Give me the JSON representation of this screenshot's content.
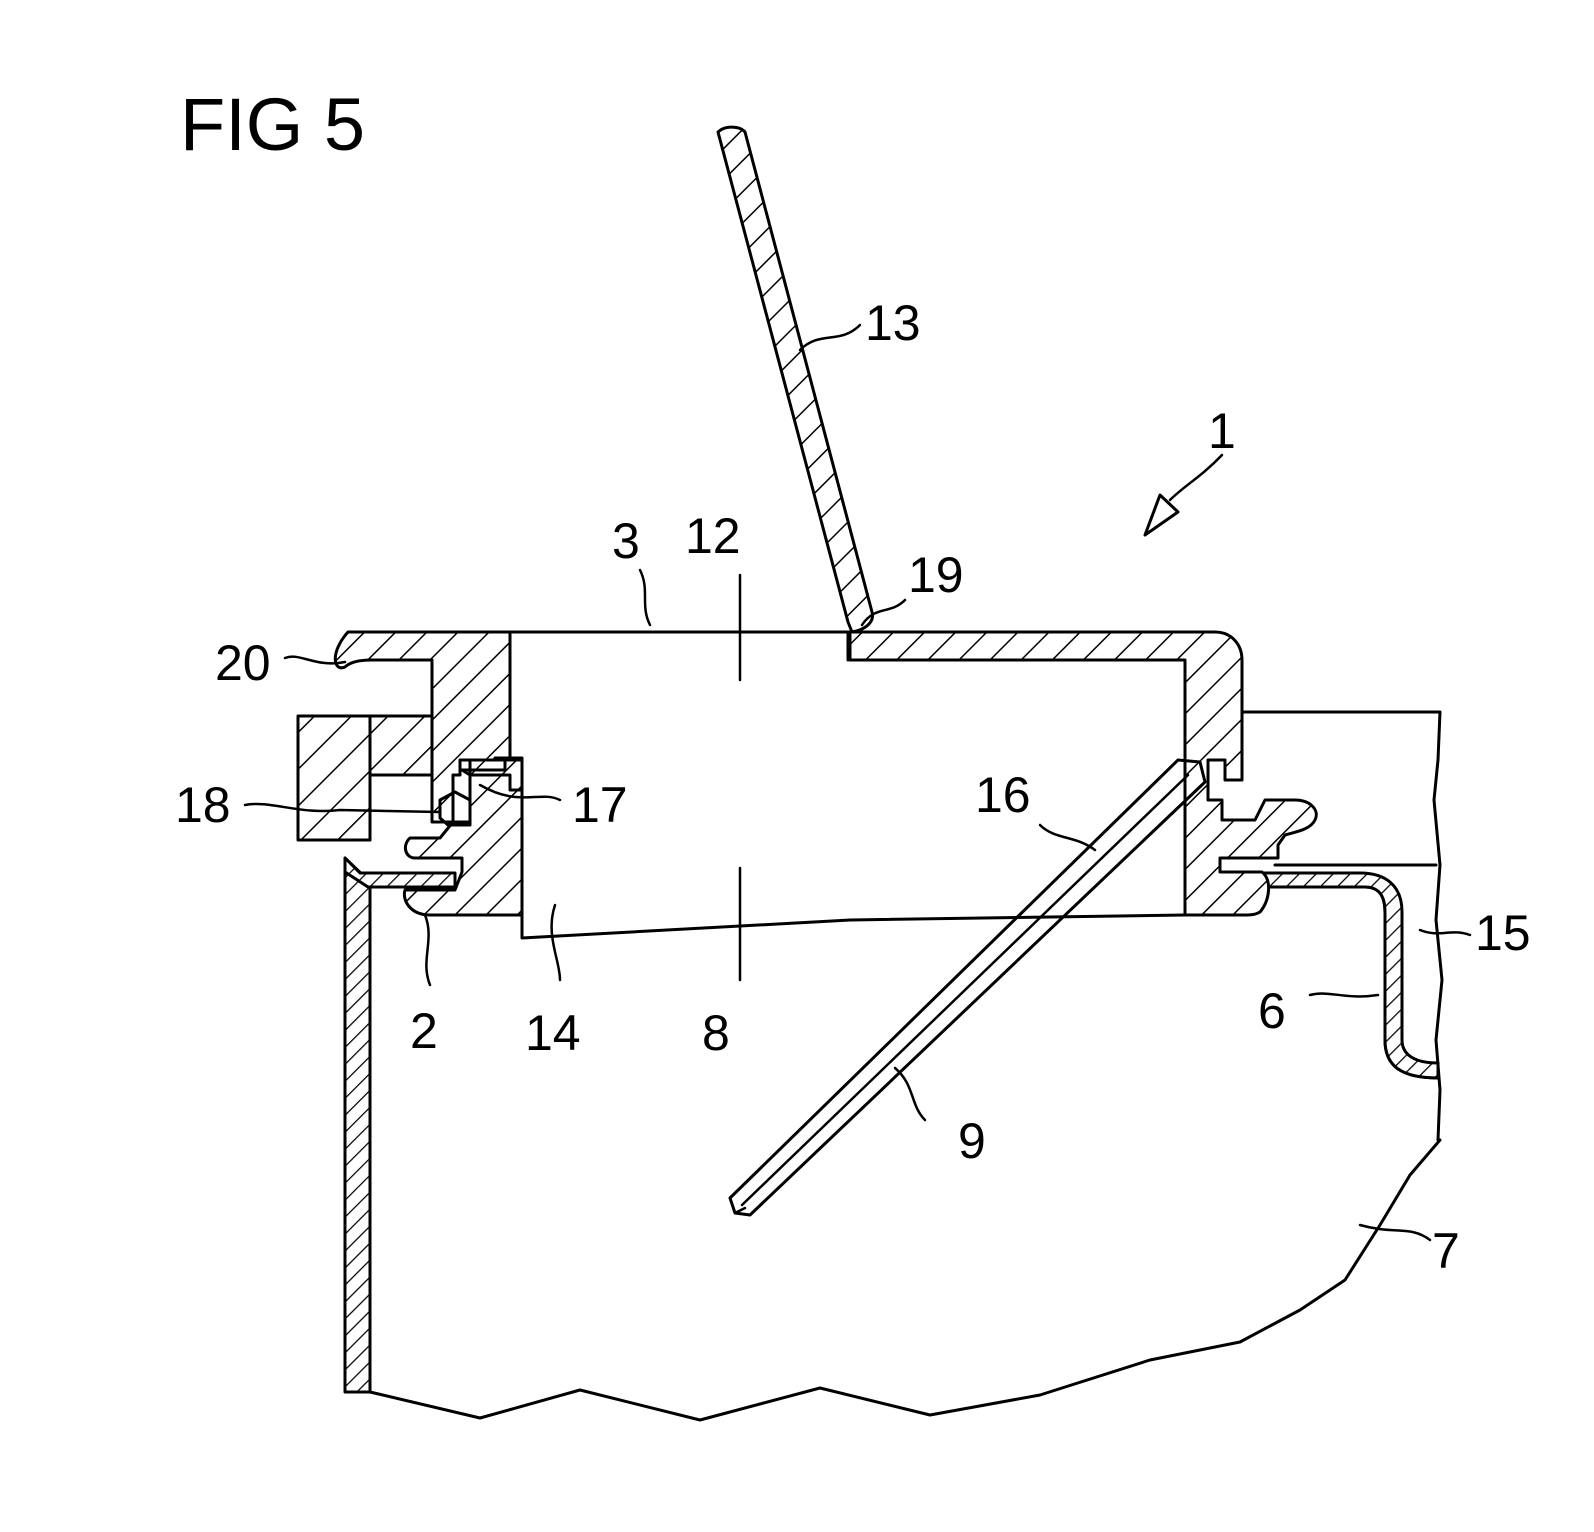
{
  "figure": {
    "title": "FIG 5",
    "labels": {
      "l1": "1",
      "l2": "2",
      "l3": "3",
      "l6": "6",
      "l7": "7",
      "l8": "8",
      "l9": "9",
      "l12": "12",
      "l13": "13",
      "l14": "14",
      "l15": "15",
      "l16": "16",
      "l17": "17",
      "l18": "18",
      "l19": "19",
      "l20": "20"
    }
  }
}
